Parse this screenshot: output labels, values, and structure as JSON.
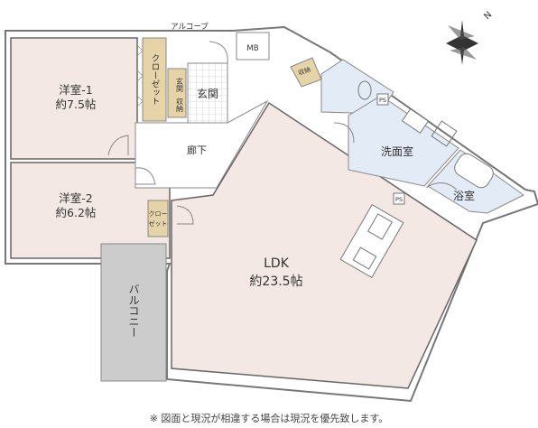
{
  "labels": {
    "western_room_1": "洋室-1",
    "western_room_1_area": "約7.5帖",
    "western_room_2": "洋室-2",
    "western_room_2_area": "約6.2帖",
    "closet_1": "クローゼット",
    "closet_2_line1": "クロー",
    "closet_2_line2": "ゼット",
    "entrance_storage_line1": "玄関",
    "entrance_storage_line2": "収納",
    "entrance": "玄関",
    "hallway": "廊下",
    "storage": "収納",
    "alcove": "アルコーブ",
    "mb": "MB",
    "ps_1": "PS",
    "ps_2": "PS",
    "washroom": "洗面室",
    "bathroom": "浴室",
    "ldk": "LDK",
    "ldk_area": "約23.5帖",
    "balcony": "バルコニー"
  },
  "footnote": "※ 図面と現況が相違する場合は現況を優先致します。",
  "compass": {
    "north_label": "N"
  },
  "colors": {
    "floor": "#f3e8e3",
    "closet": "#e6d4a8",
    "wet_area": "#e3ebf7",
    "balcony": "#cccccc",
    "wall": "#666666"
  }
}
